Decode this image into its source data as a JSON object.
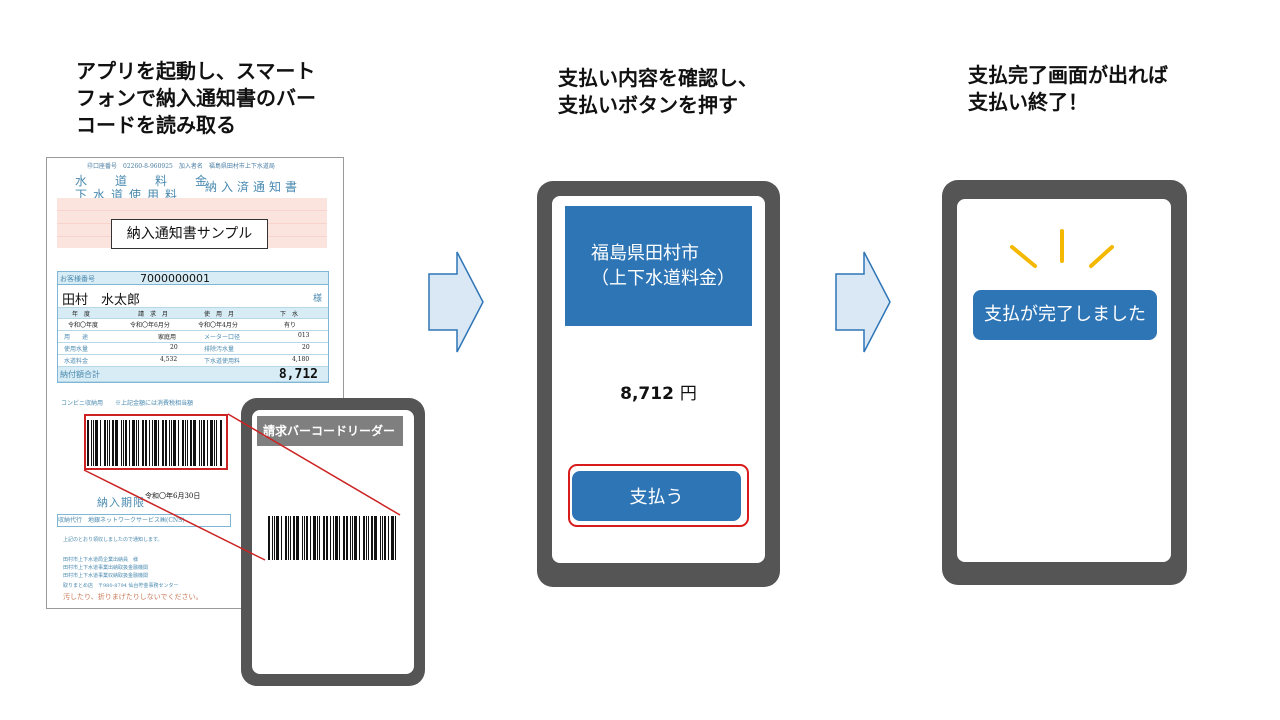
{
  "steps": [
    {
      "title": "アプリを起動し、スマート\nフォンで納入通知書のバー\nコードを読み取る"
    },
    {
      "title": "支払い内容を確認し、\n支払いボタンを押す"
    },
    {
      "title": "支払完了画面が出れば\n支払い終了！"
    }
  ],
  "invoice": {
    "top_line": "㊞口座番号　02260-8-960925　加入者名　福島県田村市上下水道局",
    "heading_1": "水　道　料　金",
    "heading_2": "下水道使用料",
    "heading_3": "納入済通知書",
    "sample_label": "納入通知書サンプル",
    "customer_number_label": "お客様番号",
    "customer_number": "7000000001",
    "customer_name": "田村　水太郎",
    "honorific": "様",
    "columns": [
      "年　度",
      "請　求　月",
      "使　用　月",
      "下　水"
    ],
    "column_values": [
      "令和〇年度",
      "令和〇年6月分",
      "令和〇年4月分",
      "有り"
    ],
    "rows": [
      {
        "label": "用　　途",
        "value": "家庭用",
        "label2": "メーター口径",
        "value2": "013"
      },
      {
        "label": "使用水量",
        "value": "20",
        "label2": "排除汚水量",
        "value2": "20"
      },
      {
        "label": "水道料金",
        "value": "4,532",
        "label2": "下水道使用料",
        "value2": "4,180"
      }
    ],
    "total_label": "納付額合計",
    "total_amount": "8,712",
    "under_text": "コンビニ収納用　　※上記金額には消費税相当額",
    "deadline_label": "納入期限",
    "deadline_date": "令和〇年6月30日",
    "agent": "収納代行　地銀ネットワークサービス㈱(CNS)",
    "notice": "上記のとおり領収しましたので通知します。",
    "offices": [
      "田村市上下水道局企業出納員　様",
      "田村市上下水道事業出納取扱金融機関",
      "田村市上下水道事業収納取扱金融機関",
      "取りまとめ店　〒980-8794 仙台貯金事務センター"
    ],
    "warning": "汚したり、折りまげたりしないでください。"
  },
  "phone1": {
    "header": "請求バーコードリーダー"
  },
  "phone2": {
    "payee": "福島県田村市\n（上下水道料金）",
    "amount": "8,712",
    "currency": "円",
    "pay_button": "支払う"
  },
  "phone3": {
    "done_button": "支払が完了しました"
  },
  "colors": {
    "accent_blue": "#2e75b6",
    "phone_body": "#555555",
    "highlight_red": "#d81b1b",
    "arrow_fill": "#dae8f5",
    "arrow_stroke": "#2e75b6",
    "sparkle": "#f5b800"
  },
  "icons": [
    "right-arrow-icon",
    "sparkle-icon",
    "barcode-icon"
  ]
}
